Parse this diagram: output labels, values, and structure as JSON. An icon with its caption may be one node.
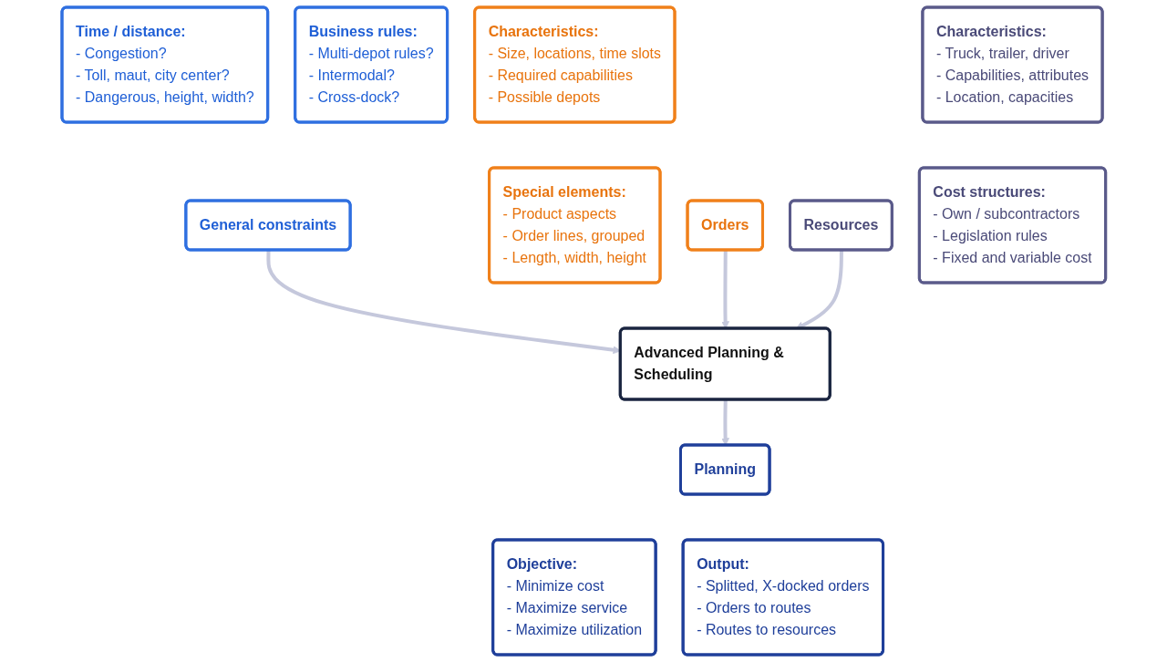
{
  "diagram": {
    "nodes": [
      {
        "text": [
          "Time / distance:",
          "- Congestion?",
          "- Toll, maut, city center?",
          "- Dangerous, height, width?"
        ]
      },
      {
        "text": [
          "Business rules:",
          "- Multi-depot rules?",
          "- Intermodal?",
          "- Cross-dock?"
        ]
      },
      {
        "text": [
          "General constraints"
        ]
      },
      {
        "text": [
          "Characteristics:",
          "- Size, locations, time slots",
          "- Required capabilities",
          "- Possible depots"
        ]
      },
      {
        "text": [
          "Special elements:",
          "- Product aspects",
          "- Order lines, grouped",
          "- Length, width, height"
        ]
      },
      {
        "text": [
          "Orders"
        ]
      },
      {
        "text": [
          "Advanced Planning & Scheduling"
        ]
      },
      {
        "text": [
          "Resources"
        ]
      },
      {
        "text": [
          "Characteristics:",
          "- Truck, trailer, driver",
          "- Capabilities, attributes",
          "- Location, capacities"
        ]
      },
      {
        "text": [
          "Cost structures:",
          "- Own / subcontractors",
          "- Legislation rules",
          "- Fixed and variable cost"
        ]
      },
      {
        "text": [
          "Planning"
        ]
      },
      {
        "text": [
          "Objective:",
          "- Minimize cost",
          "- Maximize service",
          "- Maximize utilization"
        ]
      },
      {
        "text": [
          "Output:",
          "- Splitted, X-docked orders",
          "- Orders to routes",
          "- Routes to resources"
        ]
      }
    ],
    "edges": [
      {
        "from": 2,
        "to": 6,
        "arrow": "to"
      },
      {
        "from": 5,
        "to": 6,
        "arrow": "to"
      },
      {
        "from": 7,
        "to": 6,
        "arrow": "to"
      },
      {
        "from": 6,
        "to": 10,
        "arrow": "to"
      }
    ]
  }
}
